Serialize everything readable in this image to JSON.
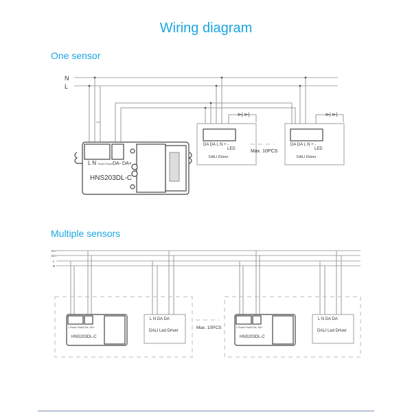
{
  "title": "Wiring diagram",
  "one_sensor": {
    "heading": "One sensor",
    "bus_labels": [
      "N",
      "L"
    ],
    "sensor": {
      "model": "HNS203DL-C",
      "terminals": "L N",
      "terminals_small": "Push1 Push2",
      "terminals_da": "DA- DA+"
    },
    "driver": {
      "terminals": "DA DA L  N  +  -",
      "led": "LED",
      "name": "DALI Driver"
    },
    "max_label": "Max. 10PCS"
  },
  "multiple_sensors": {
    "heading": "Multiple sensors",
    "bus_labels": [
      "DA-",
      "DA+",
      "L",
      "N"
    ],
    "sensor": {
      "model": "HNS203DL-C",
      "terminals": "L  Push1 Push2 DA- DA+"
    },
    "driver": {
      "terminals": "L  N    DA DA",
      "name": "DALI Led Driver"
    },
    "max_label": "Max. 10PCS"
  },
  "colors": {
    "accent": "#1aa6e0"
  }
}
